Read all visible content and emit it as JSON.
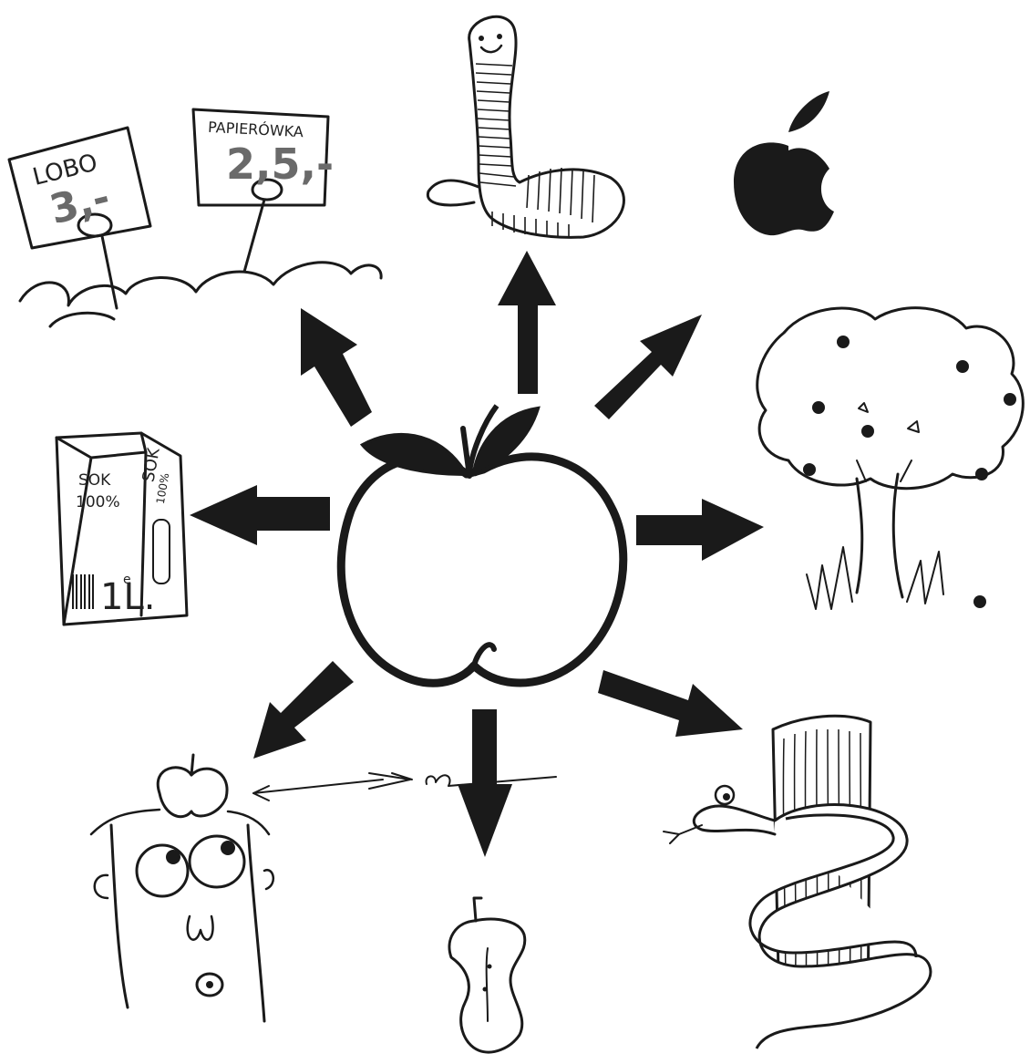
{
  "labels": {
    "sign_left_name": "LOBO",
    "sign_left_price": "3,-",
    "sign_right_name": "PAPIERÓWKA",
    "sign_right_price": "2,5,-",
    "juice_front": "SOK\n100%",
    "juice_side_top": "SOK",
    "juice_side_pct": "100%",
    "juice_volume": "1L.",
    "juice_currency": "e"
  },
  "colors": {
    "ink": "#1a1a1a",
    "gray_text": "#6a6a6a",
    "background": "#ffffff"
  },
  "illustrations": [
    "price-signs-icon",
    "worm-icon",
    "apple-logo-icon",
    "apple-tree-icon",
    "juice-carton-icon",
    "william-tell-head-icon",
    "apple-core-icon",
    "serpent-tree-icon"
  ]
}
